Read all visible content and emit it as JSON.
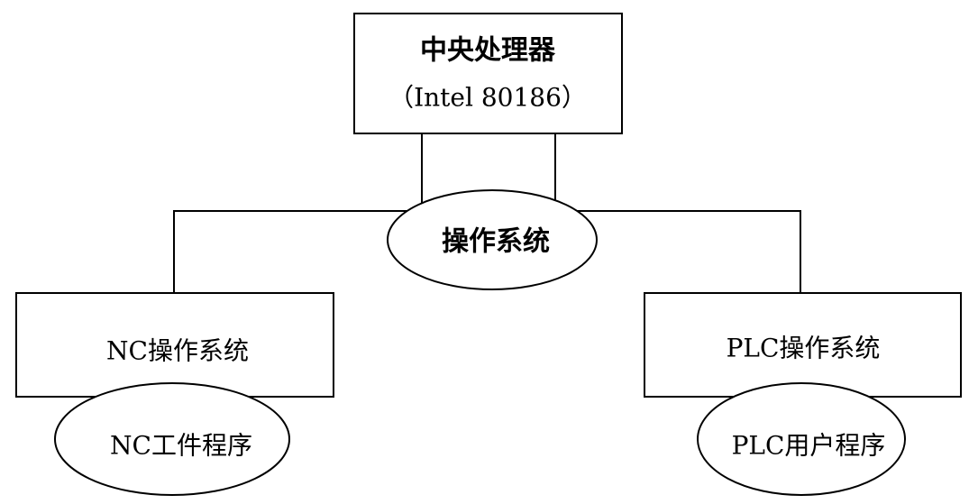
{
  "diagram": {
    "cpu": {
      "title": "中央处理器",
      "model": "（Intel 80186）"
    },
    "os": {
      "label": "操作系统"
    },
    "nc_os": {
      "label": "NC操作系统"
    },
    "nc_program": {
      "label": "NC工件程序"
    },
    "plc_os": {
      "label": "PLC操作系统"
    },
    "plc_program": {
      "label": "PLC用户程序"
    }
  }
}
